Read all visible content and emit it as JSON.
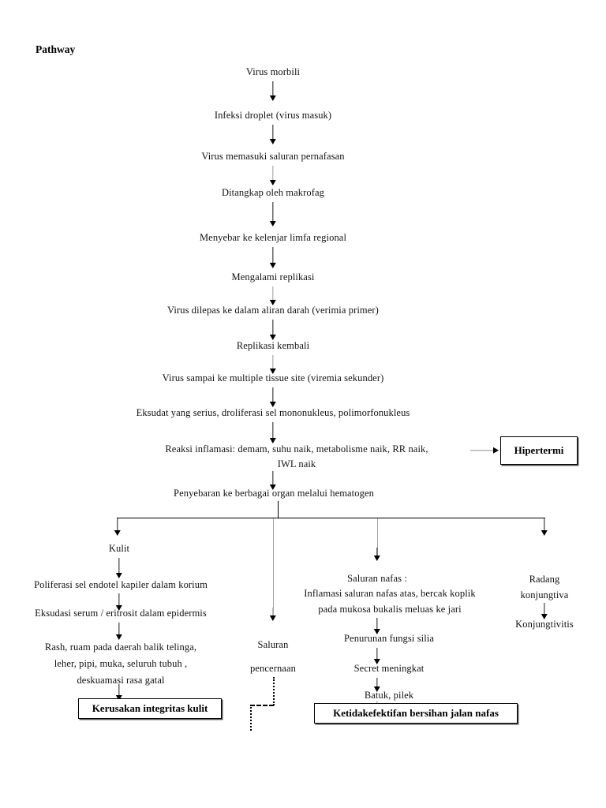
{
  "document": {
    "title": "Pathway"
  },
  "chart_data": {
    "type": "diagram",
    "title": "Pathway",
    "subtype": "flowchart",
    "description": "Pathophysiology pathway of morbilli (measles) infection",
    "nodes": [
      {
        "id": "n1",
        "label": "Virus morbili",
        "kind": "text"
      },
      {
        "id": "n2",
        "label": "Infeksi droplet  (virus masuk)",
        "kind": "text"
      },
      {
        "id": "n3",
        "label": "Virus memasuki saluran pernafasan",
        "kind": "text"
      },
      {
        "id": "n4",
        "label": "Ditangkap oleh makrofag",
        "kind": "text"
      },
      {
        "id": "n5",
        "label": "Menyebar ke kelenjar limfa regional",
        "kind": "text"
      },
      {
        "id": "n6",
        "label": "Mengalami replikasi",
        "kind": "text"
      },
      {
        "id": "n7",
        "label": "Virus dilepas ke dalam aliran darah (verimia primer)",
        "kind": "text"
      },
      {
        "id": "n8",
        "label": "Replikasi kembali",
        "kind": "text"
      },
      {
        "id": "n9",
        "label": "Virus sampai ke multiple tissue site (viremia sekunder)",
        "kind": "text"
      },
      {
        "id": "n10",
        "label": "Eksudat yang serius, droliferasi sel mononukleus, polimorfonukleus",
        "kind": "text"
      },
      {
        "id": "n11",
        "label": "Reaksi inflamasi: demam, suhu naik, metabolisme naik, RR naik,\nIWL naik",
        "kind": "text"
      },
      {
        "id": "n12",
        "label": "Hipertermi",
        "kind": "box"
      },
      {
        "id": "n13",
        "label": "Penyebaran ke berbagai organ melalui hematogen",
        "kind": "text"
      },
      {
        "id": "n14",
        "label": "Kulit",
        "kind": "text"
      },
      {
        "id": "n15",
        "label": "Poliferasi sel endotel kapiler dalam korium",
        "kind": "text"
      },
      {
        "id": "n16",
        "label": "Eksudasi serum / eritrosit dalam epidermis",
        "kind": "text"
      },
      {
        "id": "n17",
        "label": "Rash, ruam pada daerah balik telinga,\nleher, pipi, muka, seluruh tubuh ,\ndeskuamasi rasa gatal",
        "kind": "text"
      },
      {
        "id": "n18",
        "label": "Kerusakan integritas kulit",
        "kind": "box"
      },
      {
        "id": "n19",
        "label": "Saluran",
        "kind": "text"
      },
      {
        "id": "n20",
        "label": "pencernaan",
        "kind": "text"
      },
      {
        "id": "n21",
        "label": "Saluran nafas :",
        "kind": "text"
      },
      {
        "id": "n22",
        "label": "Inflamasi saluran nafas atas, bercak koplik\npada mukosa bukalis  meluas ke jari",
        "kind": "text"
      },
      {
        "id": "n23",
        "label": "Penurunan fungsi silia",
        "kind": "text"
      },
      {
        "id": "n24",
        "label": "Secret meningkat",
        "kind": "text"
      },
      {
        "id": "n25",
        "label": "Batuk, pilek",
        "kind": "text"
      },
      {
        "id": "n26",
        "label": "Ketidakefektifan bersihan jalan nafas",
        "kind": "box"
      },
      {
        "id": "n27",
        "label": "Radang\nkonjungtiva",
        "kind": "text"
      },
      {
        "id": "n28",
        "label": "Konjungtivitis",
        "kind": "text"
      }
    ],
    "edges": [
      {
        "from": "n1",
        "to": "n2",
        "style": "arrow-down"
      },
      {
        "from": "n2",
        "to": "n3",
        "style": "arrow-down"
      },
      {
        "from": "n3",
        "to": "n4",
        "style": "arrow-down"
      },
      {
        "from": "n4",
        "to": "n5",
        "style": "arrow-down"
      },
      {
        "from": "n5",
        "to": "n6",
        "style": "arrow-down"
      },
      {
        "from": "n6",
        "to": "n7",
        "style": "arrow-down"
      },
      {
        "from": "n7",
        "to": "n8",
        "style": "arrow-down"
      },
      {
        "from": "n8",
        "to": "n9",
        "style": "arrow-down"
      },
      {
        "from": "n9",
        "to": "n10",
        "style": "arrow-down"
      },
      {
        "from": "n10",
        "to": "n11",
        "style": "arrow-down"
      },
      {
        "from": "n11",
        "to": "n12",
        "style": "arrow-right"
      },
      {
        "from": "n11",
        "to": "n13",
        "style": "arrow-down"
      },
      {
        "from": "n13",
        "to": "n14",
        "style": "branch"
      },
      {
        "from": "n13",
        "to": "n19",
        "style": "branch"
      },
      {
        "from": "n13",
        "to": "n21",
        "style": "branch"
      },
      {
        "from": "n13",
        "to": "n27",
        "style": "branch"
      },
      {
        "from": "n14",
        "to": "n15",
        "style": "arrow-down"
      },
      {
        "from": "n15",
        "to": "n16",
        "style": "arrow-down"
      },
      {
        "from": "n16",
        "to": "n17",
        "style": "arrow-down"
      },
      {
        "from": "n17",
        "to": "n18",
        "style": "arrow-down"
      },
      {
        "from": "n20",
        "to": "n26",
        "style": "dotted"
      },
      {
        "from": "n22",
        "to": "n23",
        "style": "arrow-down"
      },
      {
        "from": "n23",
        "to": "n24",
        "style": "arrow-down"
      },
      {
        "from": "n24",
        "to": "n25",
        "style": "arrow-down"
      },
      {
        "from": "n25",
        "to": "n26",
        "style": "arrow-down"
      },
      {
        "from": "n27",
        "to": "n28",
        "style": "arrow-down"
      }
    ],
    "colors": {
      "line": "#000000",
      "text": "#111111",
      "background": "#ffffff"
    }
  }
}
